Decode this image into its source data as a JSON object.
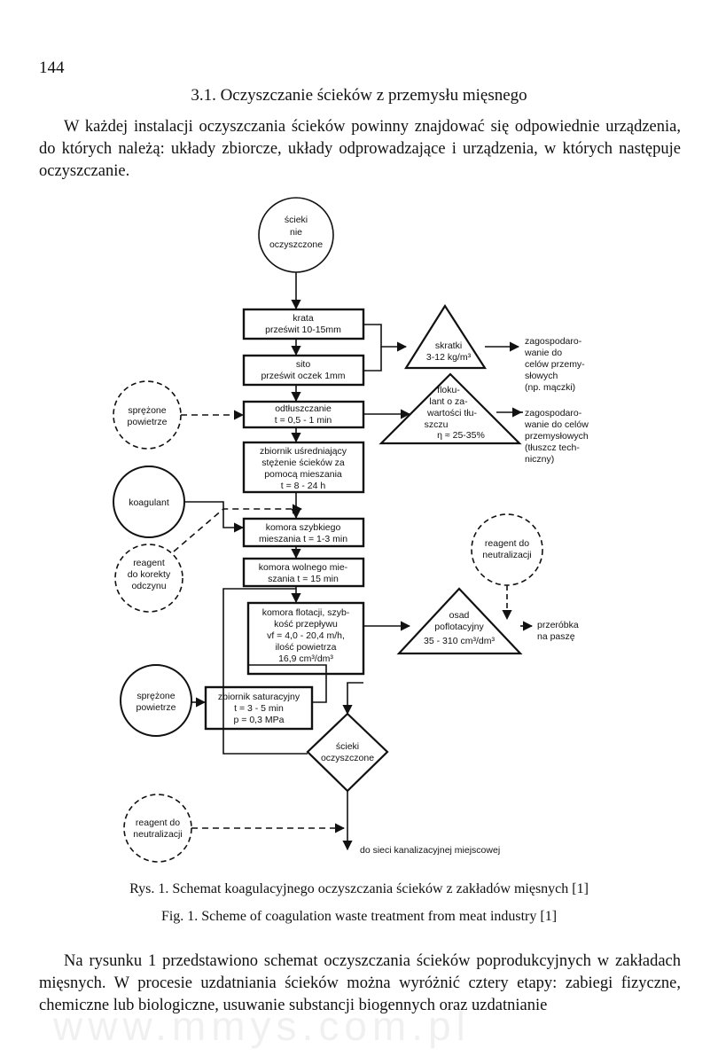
{
  "page_number": "144",
  "section_title": "3.1. Oczyszczanie ścieków z przemysłu mięsnego",
  "intro_paragraph": "W każdej instalacji oczyszczania ścieków powinny znajdować się odpowiednie urządzenia, do których należą: układy zbiorcze, układy odprowadzające i urządzenia, w których następuje oczyszczanie.",
  "diagram": {
    "start": [
      "ścieki",
      "nie",
      "oczyszczone"
    ],
    "krata": [
      "krata",
      "prześwit 10-15mm"
    ],
    "sito": [
      "sito",
      "prześwit oczek 1mm"
    ],
    "odtluszczanie": [
      "odtłuszczanie",
      "t = 0,5 - 1 min"
    ],
    "zbiornik_usredniajacy": [
      "zbiornik uśredniający",
      "stężenie ścieków za",
      "pomocą mieszania",
      "t = 8 - 24 h"
    ],
    "komora_szybkiego": [
      "komora szybkiego",
      "mieszania t = 1-3 min"
    ],
    "komora_wolnego": [
      "komora wolnego mie-",
      "szania t = 15 min"
    ],
    "komora_flotacji": [
      "komora flotacji, szyb-",
      "kość przepływu",
      "vf = 4,0 - 20,4 m/h,",
      "ilość powietrza",
      "16,9 cm³/dm³"
    ],
    "zbiornik_saturacyjny": [
      "zbiornik saturacyjny",
      "t = 3 - 5 min",
      "p = 0,3 MPa"
    ],
    "skratki": [
      "skratki",
      "3-12 kg/m³"
    ],
    "flokulant": [
      "floku-",
      "lant o za-",
      "wartości tłu-",
      "szczu",
      "η ≈ 25-35%"
    ],
    "osad": [
      "osad",
      "poflotacyjny",
      "35 - 310 cm³/dm³"
    ],
    "out_skratki": [
      "zagospodaro-",
      "wanie do",
      "celów przemy-",
      "słowych",
      "(np. mączki)"
    ],
    "out_tluszcz": [
      "zagospodaro-",
      "wanie do celów",
      "przemysłowych",
      "(tłuszcz tech-",
      "niczny)"
    ],
    "out_osad": [
      "przeróbka",
      "na paszę"
    ],
    "powietrze1": [
      "sprężone",
      "powietrze"
    ],
    "koagulant": [
      "koagulant"
    ],
    "reagent_korekty": [
      "reagent",
      "do korekty",
      "odczynu"
    ],
    "reagent_neutr1": [
      "reagent do",
      "neutralizacji"
    ],
    "powietrze2": [
      "sprężone",
      "powietrze"
    ],
    "oczyszczone": [
      "ścieki",
      "oczyszczone"
    ],
    "reagent_neutr2": [
      "reagent do",
      "neutralizacji"
    ],
    "final": "do sieci kanalizacyjnej miejscowej"
  },
  "caption_pl": "Rys. 1. Schemat koagulacyjnego oczyszczania ścieków z zakładów mięsnych [1]",
  "caption_en": "Fig. 1. Scheme of coagulation waste treatment from meat industry [1]",
  "body_paragraph": "Na rysunku 1 przedstawiono schemat oczyszczania ścieków poprodukcyjnych w zakładach mięsnych. W procesie uzdatniania ścieków można wyróżnić cztery etapy: zabiegi fizyczne, chemiczne lub biologiczne, usuwanie substancji biogennych oraz uzdatnianie",
  "watermark": "www.mmys.com.pl"
}
